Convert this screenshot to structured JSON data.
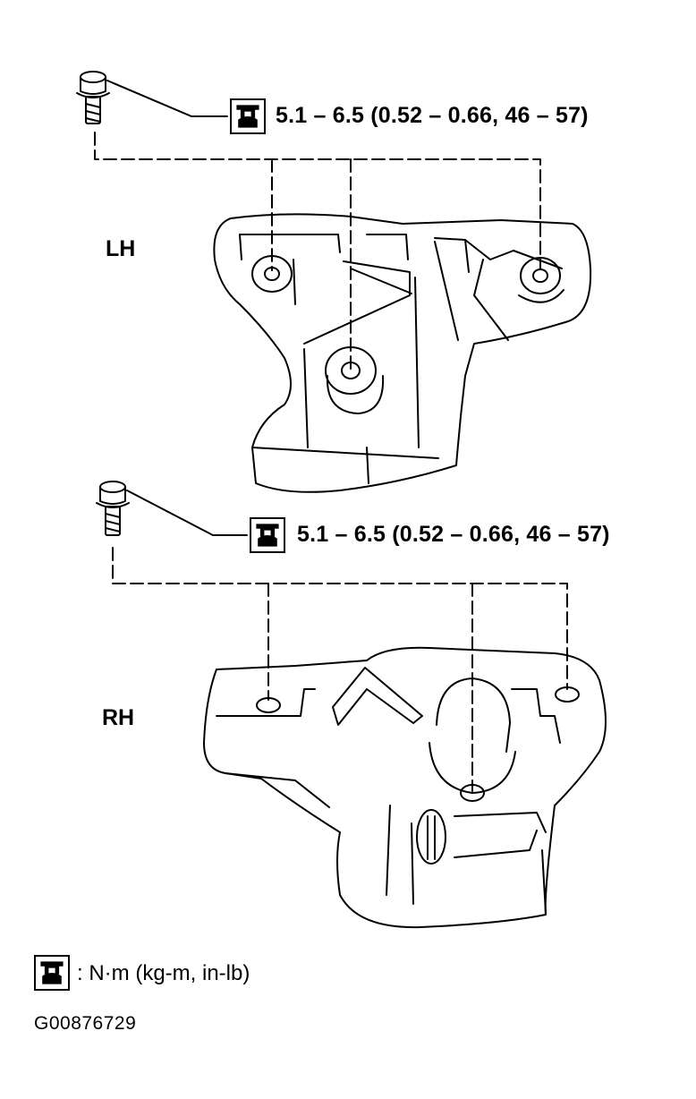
{
  "labels": {
    "lh": "LH",
    "rh": "RH"
  },
  "torque": {
    "lh_spec": "5.1 – 6.5 (0.52 – 0.66, 46 – 57)",
    "rh_spec": "5.1 – 6.5 (0.52 – 0.66, 46 – 57)"
  },
  "legend": {
    "units": ": N·m (kg-m, in-lb)"
  },
  "figure_code": "G00876729",
  "icons": {
    "torque": "torque-wrench-icon",
    "bolt": "bolt-icon"
  },
  "colors": {
    "line": "#000000",
    "background": "#ffffff"
  }
}
